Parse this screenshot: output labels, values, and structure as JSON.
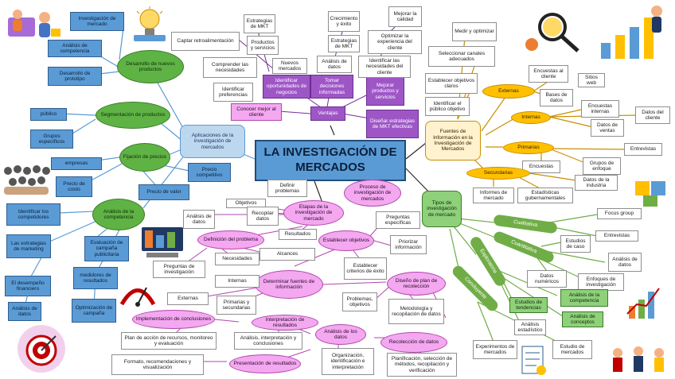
{
  "title": "LA INVESTIGACIÓN DE MERCADOS",
  "left": {
    "top_cluster": {
      "center": "Desarrollo de nuevos productos",
      "items": [
        "Investigación de mercado",
        "Análisis de competencia",
        "Desarrollo de prototipo"
      ]
    },
    "segment": {
      "center": "Segmentación de productos",
      "items": [
        "público",
        "Grupos específicos"
      ]
    },
    "pricing": {
      "center": "Fijación de precios",
      "items": [
        "empresas",
        "Precio de costo",
        "Precio de valor",
        "Precio competitivo"
      ]
    },
    "competition": {
      "center": "Análisis de la competencia",
      "items": [
        "Identificar los competidores",
        "Las estrategias de marketing",
        "Evaluación de campaña publicitaria",
        "El desempeño financiero",
        "medidores de resultados",
        "Análisis de datos",
        "Optimización de campaña"
      ]
    },
    "applications": "Aplicaciones de la investigación de mercados"
  },
  "top": {
    "ventajas": "Ventajas",
    "purple_boxes": [
      "Identificar oportunidades de negocios",
      "Tomar decisiones informadas",
      "Mejorar productos y servicios",
      "Diseñar estrategias de MKT efectivas",
      "Conocer mejor al cliente"
    ],
    "boxes": [
      "Estrategias de MKT",
      "Crecimiento y éxito",
      "Mejorar la calidad",
      "Captar retroalimentación",
      "Productos y servicios",
      "Estrategias de MKT",
      "Optimizar la experiencia del cliente",
      "Comprender las necesidades",
      "Nuevos mercados",
      "Análisis de datos",
      "Identificar las necesidades del cliente",
      "Identificar preferencias"
    ]
  },
  "right": {
    "fuentes": "Fuentes de Información en la Investigación de Mercados",
    "top_boxes": [
      "Medir y optimizar",
      "Seleccionar canales adecuados",
      "Establecer objetivos claros",
      "Identificar el público objetivo"
    ],
    "externas": "Externas",
    "externas_items": [
      "Encuestas al cliente",
      "Sitios web",
      "Bases de datos"
    ],
    "internas": "Internas",
    "internas_items": [
      "Encuestas internas",
      "Datos del cliente",
      "Datos de ventas"
    ],
    "primarias": "Primarias",
    "primarias_items": [
      "Encuestas",
      "Entrevistas",
      "Grupos de enfoque"
    ],
    "secundarias": "Secundarias",
    "secundarias_items": [
      "Informes de mercado",
      "Estadísticas gubernamentales",
      "Datos de la industria"
    ]
  },
  "types": {
    "center": "Tipos de investigación de mercado",
    "cualitativa": "Cualitativa",
    "cualitativa_items": [
      "Focus group",
      "Entrevistas"
    ],
    "cuantitativa": "Cuantitativa",
    "cuantitativa_items": [
      "Estudios de caso",
      "Análisis de datos",
      "Datos numéricos",
      "Enfoques de investigación"
    ],
    "exploratoria": "Exploratoria",
    "exploratoria_items": [
      "Estudios de tendencias",
      "Análisis de la competencia",
      "Análisis de conceptos",
      "Análisis estadístico"
    ],
    "concluyente": "Concluyente",
    "concluyente_items": [
      "Experimentos de mercados",
      "Estudio de mercados"
    ]
  },
  "process": {
    "center": "Proceso de investigación de mercados",
    "definir": "Definir problemas",
    "etapas": "Etapas de la investigación de mercado",
    "etapas_items": [
      "Objetivos",
      "Análisis de datos",
      "Recopilar datos",
      "Resultados"
    ],
    "definicion": "Definición del problema",
    "definicion_items": [
      "Alcances",
      "Necesidades",
      "Preguntas de investigación"
    ],
    "establecer": "Establecer objetivos",
    "establecer_items": [
      "Preguntas específicas",
      "Priorizar información",
      "Establecer criterios de éxito"
    ],
    "fuentes": "Determinar fuentes de información",
    "fuentes_items": [
      "Internas",
      "Externas",
      "Primarias y secundarias"
    ],
    "diseno": "Diseño de plan de recolección",
    "diseno_items": [
      "Problemas, objetivos",
      "Metodología y recopilación de datos"
    ],
    "implementacion": "Implementación de conclusiones",
    "implementacion_items": [
      "Plan de acción de recursos, monitoreo y evaluación",
      "Formato, recomendaciones y visualización"
    ],
    "interpretacion": "Interpretación de resultados",
    "interpretacion_items": [
      "Análisis, interpretación y conclusiones"
    ],
    "analisis": "Análisis de los datos",
    "analisis_items": [
      "Organización, identificación e interpretación"
    ],
    "recoleccion": "Recolección de datos",
    "recoleccion_items": [
      "Planificación, selección de métodos, recopilación y verificación"
    ],
    "presentacion": "Presentación de resultados"
  },
  "colors": {
    "blue": "#5b9bd5",
    "green": "#5fb345",
    "purple": "#9e56c6",
    "pink": "#f3a8f0",
    "orange": "#ffc000",
    "light_green": "#8fd07a"
  },
  "icons": [
    "people-illustration",
    "idea-illustration",
    "crowd-illustration",
    "finance-illustration",
    "dashboard-illustration",
    "target-illustration",
    "magnifier-illustration",
    "growth-illustration",
    "puzzle-illustration",
    "chart-illustration",
    "survey-illustration",
    "team-illustration"
  ]
}
